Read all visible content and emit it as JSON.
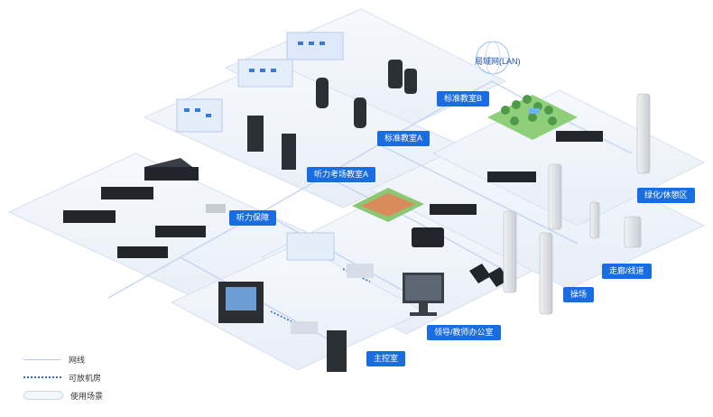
{
  "network": {
    "lan_label": "局域网(LAN)"
  },
  "zones": {
    "standard_classroom_b": "标准教室B",
    "standard_classroom_a": "标准教室A",
    "listening_exam_room_a": "听力考场教室A",
    "listening_support": "听力保障",
    "greening_rest_area": "绿化/休憩区",
    "corridor": "走廊/线道",
    "playground": "操场",
    "leader_office": "领导/教师办公室",
    "control_room": "主控室"
  },
  "legend": {
    "network_line": "网线",
    "optional_room": "可放机房",
    "usage_scene": "使用场景"
  },
  "colors": {
    "accent": "#1a6de0",
    "platform": "#eef3fa",
    "platform_edge": "#d3deee",
    "device_dark": "#2b2f36",
    "tree": "#4f9a4a",
    "grass": "#7cc36b"
  }
}
